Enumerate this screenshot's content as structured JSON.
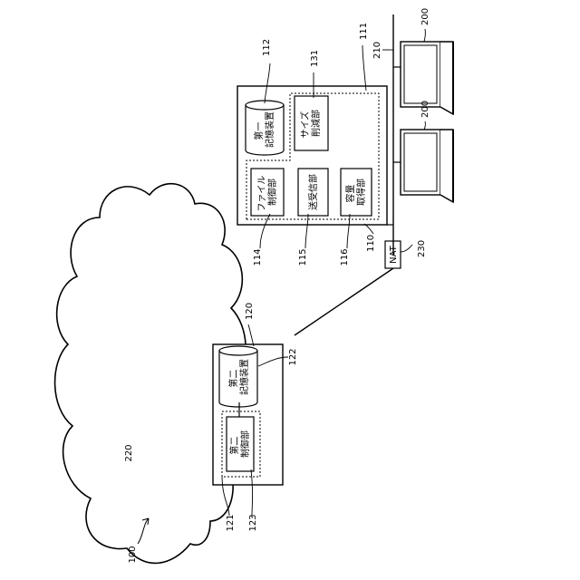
{
  "labels": {
    "system": "100",
    "terminal_top": "200",
    "terminal_mid": "200",
    "bus": "210",
    "network": "220",
    "nat": "230",
    "nat_box": "NAT",
    "client_device": "110",
    "connector": "111",
    "first_storage": "112",
    "file_ctrl_num": "114",
    "transceiver_num": "115",
    "capacity_num": "116",
    "size_reduce_num": "131",
    "server": "120",
    "server_inner": "121",
    "second_storage_num": "122",
    "second_ctrl_num": "123"
  },
  "blocks": {
    "first_storage": [
      "第一",
      "記憶装置"
    ],
    "size_reduce": [
      "サイズ",
      "削減部"
    ],
    "file_control": [
      "ファイル",
      "制御部"
    ],
    "transceiver": [
      "送受信部"
    ],
    "capacity": [
      "容量",
      "取得部"
    ],
    "second_storage": [
      "第二",
      "記憶装置"
    ],
    "second_control": [
      "第二",
      "制御部"
    ]
  }
}
